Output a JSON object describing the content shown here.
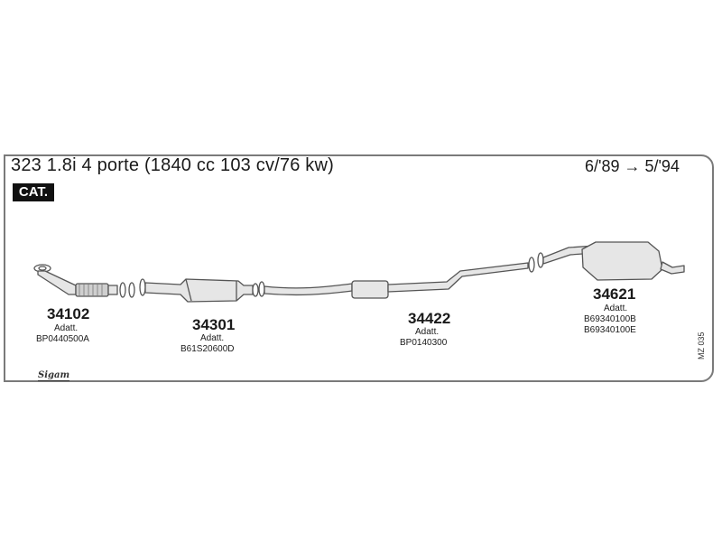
{
  "header": {
    "model_title": "323 1.8i 4 porte (1840 cc 103 cv/76 kw)",
    "date_range": "6/'89 → 5/'94",
    "badge": "CAT."
  },
  "parts": [
    {
      "number": "34102",
      "adapt_label": "Adatt.",
      "codes": [
        "BP0440500A"
      ]
    },
    {
      "number": "34301",
      "adapt_label": "Adatt.",
      "codes": [
        "B61S20600D"
      ]
    },
    {
      "number": "34422",
      "adapt_label": "Adatt.",
      "codes": [
        "BP0140300"
      ]
    },
    {
      "number": "34621",
      "adapt_label": "Adatt.",
      "codes": [
        "B69340100B",
        "B69340100E"
      ]
    }
  ],
  "reference_code": "MZ 035",
  "brand": "Sigam",
  "colors": {
    "line": "#555555",
    "fill": "#e6e6e6",
    "border": "#7a7a7a"
  }
}
